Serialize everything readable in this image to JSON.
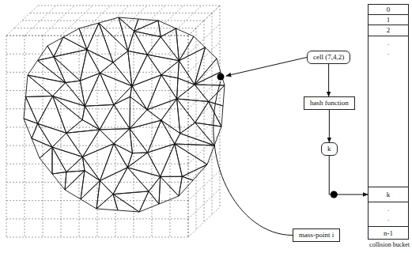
{
  "diagram": {
    "nodes": [
      {
        "text": [
          "cell (7,4,2)"
        ]
      },
      {
        "text": [
          "hash function"
        ]
      },
      {
        "text": [
          "k"
        ]
      },
      {
        "text": [
          "mass-point i"
        ]
      },
      {
        "text": [
          "0",
          "1",
          "2",
          ".",
          ".",
          "k",
          ".",
          ".",
          "n-1",
          "collision bucket"
        ]
      }
    ],
    "edges": [
      {
        "from": 0,
        "to": 1,
        "arrow": "to"
      },
      {
        "from": 1,
        "to": 2,
        "arrow": "to"
      },
      {
        "from": 2,
        "to": 4,
        "arrow": "to"
      }
    ]
  }
}
